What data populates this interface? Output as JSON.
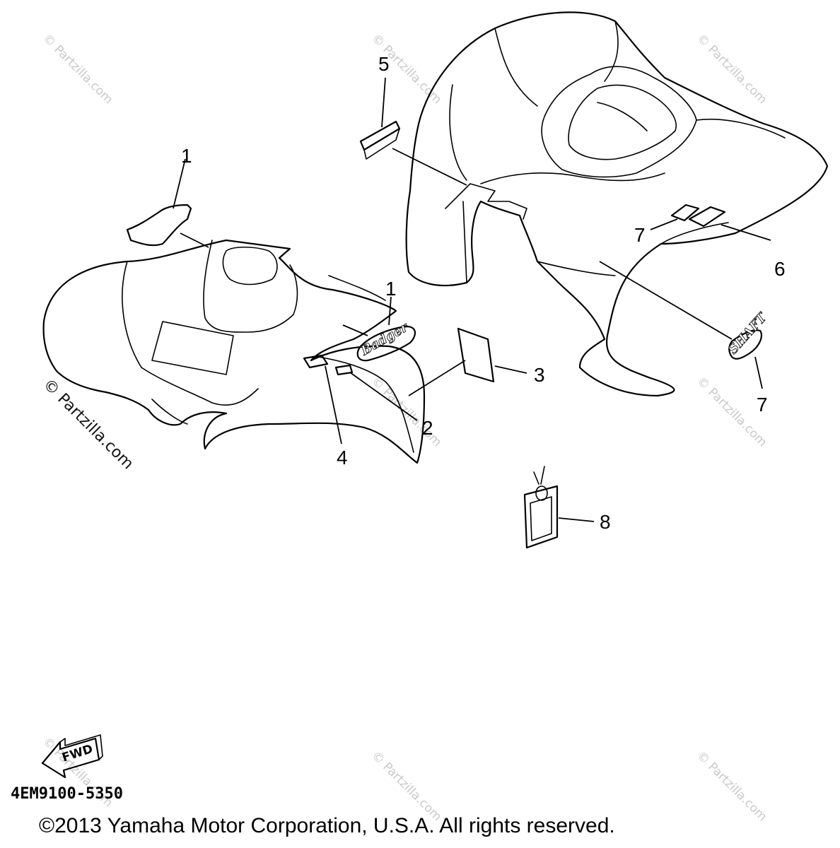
{
  "diagram": {
    "part_number": "4EM9100-5350",
    "copyright": "©2013  Yamaha Motor Corporation, U.S.A. All rights reserved.",
    "watermark": "© Partzilla.com",
    "fwd_label": "FWD",
    "callouts": {
      "c1_top": "1",
      "c1_mid": "1",
      "c2": "2",
      "c3": "3",
      "c4": "4",
      "c5": "5",
      "c6": "6",
      "c7_upper": "7",
      "c7_lower": "7",
      "c8": "8"
    },
    "decals": {
      "badger": "Badger",
      "shaft": "SHAFT"
    }
  }
}
